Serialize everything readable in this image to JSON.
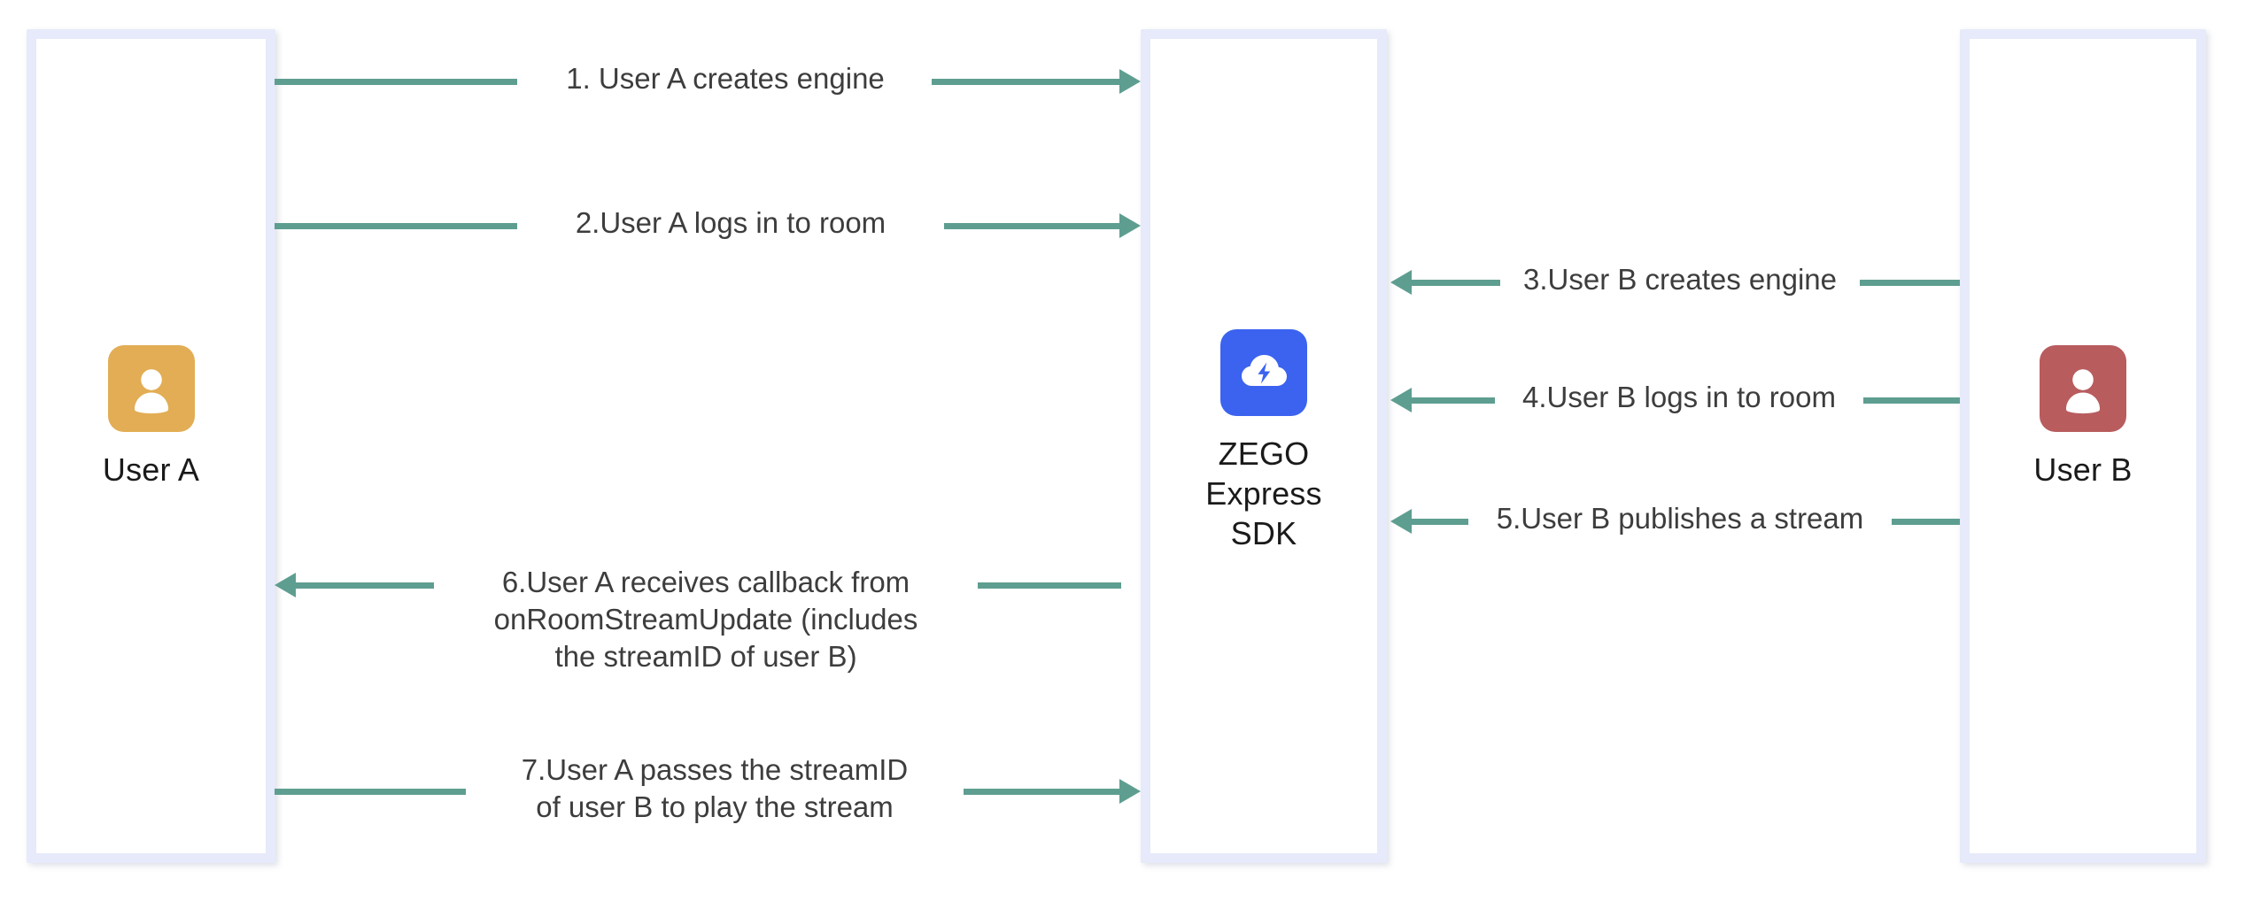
{
  "diagram": {
    "title": "ZEGO Express SDK publish and play stream flow",
    "accent_teal": "#5e9e91",
    "lane_border": "#e6eafa"
  },
  "actors": [
    {
      "id": "user-a",
      "label": "User A",
      "icon": "person-icon",
      "icon_color": "#e2ad54"
    },
    {
      "id": "zego-sdk",
      "label": "ZEGO\nExpress\nSDK",
      "icon": "cloud-bolt-icon",
      "icon_color": "#3b63f0"
    },
    {
      "id": "user-b",
      "label": "User B",
      "icon": "person-icon",
      "icon_color": "#b85c5e"
    }
  ],
  "messages": [
    {
      "step": "1",
      "text": "1. User A creates engine",
      "from": "user-a",
      "to": "zego-sdk",
      "direction": "right"
    },
    {
      "step": "2",
      "text": "2.User A logs in to room",
      "from": "user-a",
      "to": "zego-sdk",
      "direction": "right"
    },
    {
      "step": "3",
      "text": "3.User B creates engine",
      "from": "user-b",
      "to": "zego-sdk",
      "direction": "left"
    },
    {
      "step": "4",
      "text": "4.User B logs in to room",
      "from": "user-b",
      "to": "zego-sdk",
      "direction": "left"
    },
    {
      "step": "5",
      "text": "5.User B publishes a stream",
      "from": "user-b",
      "to": "zego-sdk",
      "direction": "left"
    },
    {
      "step": "6",
      "text": "6.User A receives callback from\nonRoomStreamUpdate (includes\nthe streamID of user B)",
      "from": "zego-sdk",
      "to": "user-a",
      "direction": "left"
    },
    {
      "step": "7",
      "text": "7.User A passes the streamID\nof user B to play the stream",
      "from": "user-a",
      "to": "zego-sdk",
      "direction": "right"
    }
  ]
}
